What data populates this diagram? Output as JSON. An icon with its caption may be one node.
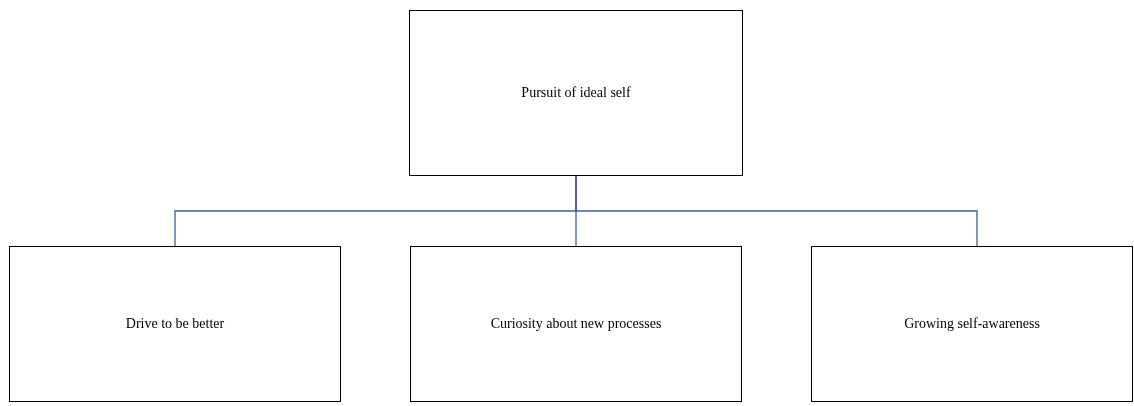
{
  "diagram": {
    "nodes": [
      {
        "text": [
          "Pursuit of ideal self"
        ]
      },
      {
        "text": [
          "Drive to be better"
        ]
      },
      {
        "text": [
          "Curiosity about new processes"
        ]
      },
      {
        "text": [
          "Growing self-awareness"
        ]
      }
    ],
    "edges": [
      {
        "from": 0,
        "to": 1,
        "arrow": "none"
      },
      {
        "from": 0,
        "to": 2,
        "arrow": "none"
      },
      {
        "from": 0,
        "to": 3,
        "arrow": "none"
      }
    ]
  }
}
